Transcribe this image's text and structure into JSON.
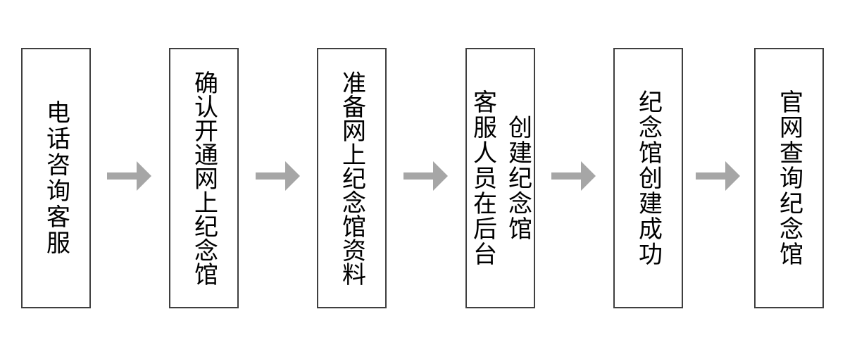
{
  "colors": {
    "box_border": "#3f3f3f",
    "arrow": "#a6a6a6",
    "text": "#000000",
    "background": "#ffffff"
  },
  "steps": [
    {
      "lines": [
        "电话咨询客服"
      ]
    },
    {
      "lines": [
        "确认开通网上纪念馆"
      ]
    },
    {
      "lines": [
        "准备网上纪念馆资料"
      ]
    },
    {
      "lines": [
        "客服人员在后台",
        "创建纪念馆"
      ]
    },
    {
      "lines": [
        "纪念馆创建成功"
      ]
    },
    {
      "lines": [
        "官网查询纪念馆"
      ]
    }
  ]
}
